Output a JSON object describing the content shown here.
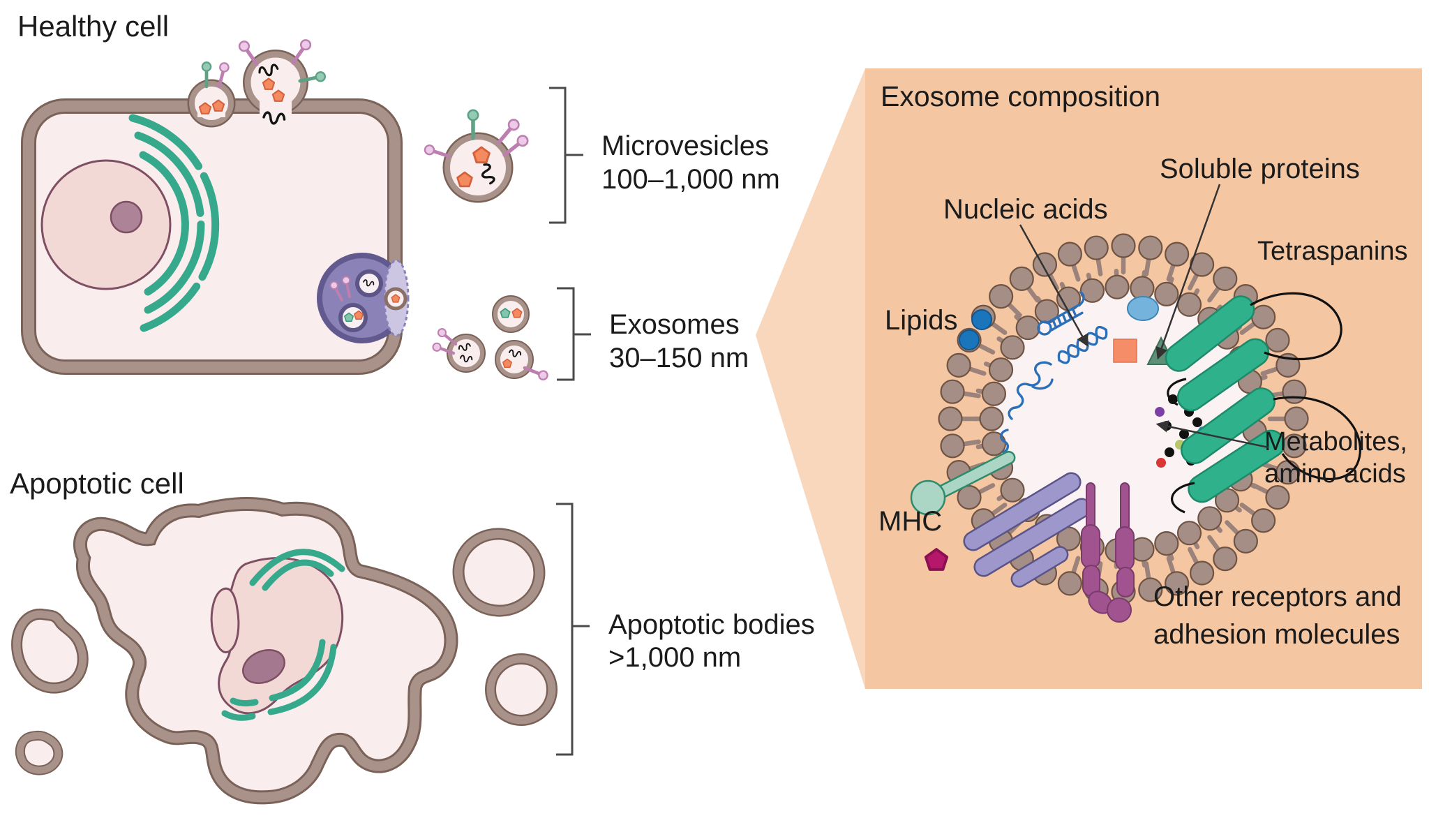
{
  "left": {
    "healthy_cell_label": "Healthy cell",
    "apoptotic_cell_label": "Apoptotic cell",
    "vesicle_classes": [
      {
        "name": "Microvesicles",
        "size": "100–1,000 nm"
      },
      {
        "name": "Exosomes",
        "size": "30–150 nm"
      },
      {
        "name": "Apoptotic bodies",
        "size": ">1,000 nm"
      }
    ]
  },
  "panel": {
    "title": "Exosome composition",
    "labels": {
      "nucleic_acids": "Nucleic acids",
      "soluble_proteins": "Soluble proteins",
      "tetraspanins": "Tetraspanins",
      "lipids": "Lipids",
      "mhc": "MHC",
      "metabolites_line1": "Metabolites,",
      "metabolites_line2": "amino acids",
      "other_receptors_line1": "Other receptors and",
      "other_receptors_line2": "adhesion molecules"
    }
  },
  "colors": {
    "panel_main": "#f4c6a1",
    "panel_light": "#f8d7bc",
    "membrane_taupe": "#a8928a",
    "membrane_outline": "#7a6258",
    "cell_fill": "#f9edee",
    "nucleus_fill": "#f3d9d6",
    "nucleolus": "#ad8398",
    "golgi_green": "#36a98c",
    "mvb_purple": "#8b83b7",
    "lipid_blue": "#1b75bb",
    "tetraspanin_green": "#2fb18c",
    "mhc_lavender": "#9d97cb",
    "mhc_spoon_teal": "#abd6c6",
    "mhc_pentagon": "#b5186b",
    "receptor_purple": "#a0538f",
    "nucleic_blue": "#2a6fb8",
    "soluble_ellipse": "#74b4dc",
    "soluble_square": "#f58e68",
    "soluble_triangle": "#5d9077",
    "pentagon_orange": "#f48a60",
    "membrane_head": "#a58e86",
    "text": "#1b1b1b"
  }
}
